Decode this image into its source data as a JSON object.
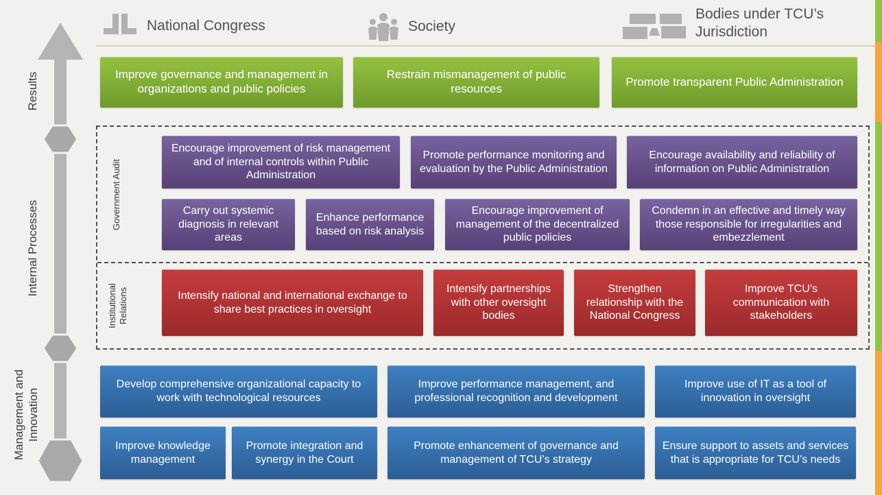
{
  "palette": {
    "green_box_top": "#95c241",
    "green_box_bottom": "#6f9a2c",
    "purple_box_top": "#77639f",
    "purple_box_bottom": "#574176",
    "red_box_top": "#c53c3d",
    "red_box_bottom": "#9b2a2b",
    "blue_box_top": "#3e80c2",
    "blue_box_bottom": "#2c5e95",
    "edge_strip_green": "#8dc63f",
    "edge_strip_orange": "#f4a63a",
    "arrow_gray": "#b5b4b2",
    "header_rule_tan": "#ddd2b3",
    "dashed_border_gray": "#4f4f4f",
    "background": "#f2f1ee"
  },
  "header": {
    "stakeholders": [
      {
        "label": "National Congress",
        "icon": "congress-towers-icon"
      },
      {
        "label": "Society",
        "icon": "society-people-icon"
      },
      {
        "label": "Bodies under TCU’s Jurisdiction",
        "icon": "jurisdiction-bodies-icon"
      }
    ]
  },
  "perspectives": {
    "results": {
      "label": "Results",
      "objectives": [
        "Improve governance and management in organizations and public policies",
        "Restrain mismanagement of public resources",
        "Promote transparent Public Administration"
      ]
    },
    "internal_processes": {
      "label": "Internal Processes",
      "government_audit": {
        "label": "Government Audit",
        "row1": [
          "Encourage improvement of risk management and of internal controls within Public Administration",
          "Promote performance monitoring and evaluation by the Public Administration",
          "Encourage availability and reliability of information on Public Administration"
        ],
        "row2": [
          "Carry out systemic diagnosis in relevant areas",
          "Enhance performance based on risk analysis",
          "Encourage improvement of management of the decentralized public policies",
          "Condemn in an effective and timely way those responsible for irregularities and embezzlement"
        ]
      },
      "institutional_relations": {
        "label": "Institutional Relations",
        "objectives": [
          "Intensify national and international exchange to share best practices in oversight",
          "Intensify partnerships with other oversight bodies",
          "Strengthen relationship with the National Congress",
          "Improve TCU’s communication with stakeholders"
        ]
      }
    },
    "management_innovation": {
      "label": "Management and Innovation",
      "row1": [
        "Develop comprehensive organizational capacity to work with technological resources",
        "Improve performance management, and professional recognition and development",
        "Improve use of IT as a tool of innovation in oversight"
      ],
      "row2": [
        "Improve knowledge management",
        "Promote integration and synergy in the Court",
        "Promote enhancement of governance and management of TCU’s strategy",
        "Ensure support to assets and services that is appropriate for TCU’s needs"
      ]
    }
  }
}
